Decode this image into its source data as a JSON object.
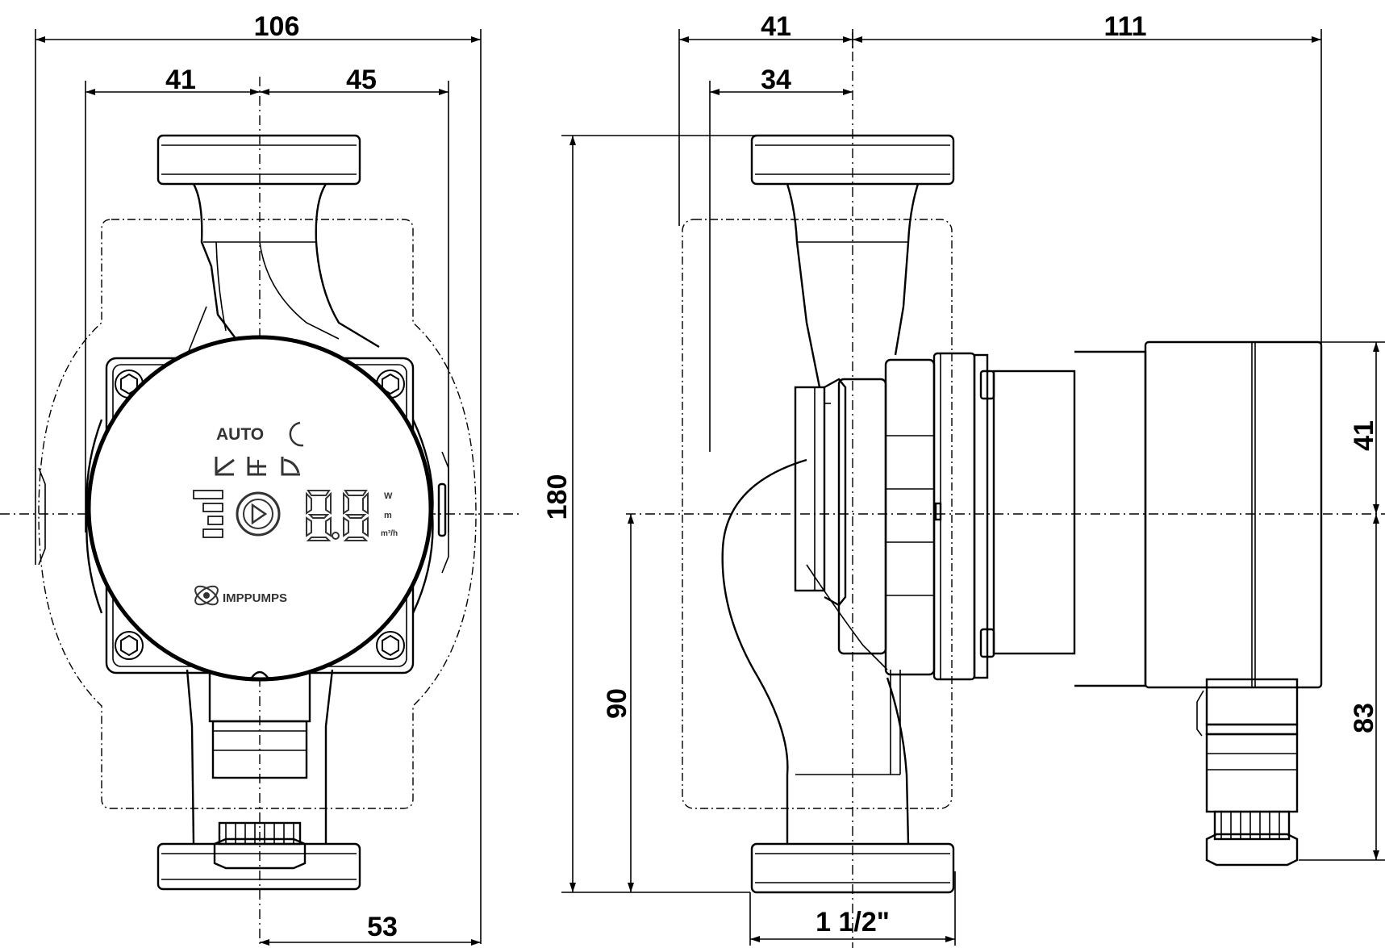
{
  "front_view": {
    "dim_overall_width": "106",
    "dim_left_half": "41",
    "dim_right_half": "45",
    "dim_bottom_half": "53",
    "panel": {
      "auto_label": "AUTO",
      "unit_w": "W",
      "unit_m": "m",
      "unit_m3h": "m³/h",
      "brand_logo": "IMPPUMPS",
      "icons": [
        "moon-icon",
        "proportional-curve-icon",
        "constant-pressure-icon",
        "constant-curve-icon",
        "play-icon",
        "seven-segment-display"
      ]
    }
  },
  "side_view": {
    "dim_top_left": "41",
    "dim_top_right": "111",
    "dim_inner": "34",
    "dim_height": "180",
    "dim_half_height": "90",
    "dim_motor_upper": "41",
    "dim_motor_lower": "83",
    "dim_thread": "1 1/2\""
  }
}
